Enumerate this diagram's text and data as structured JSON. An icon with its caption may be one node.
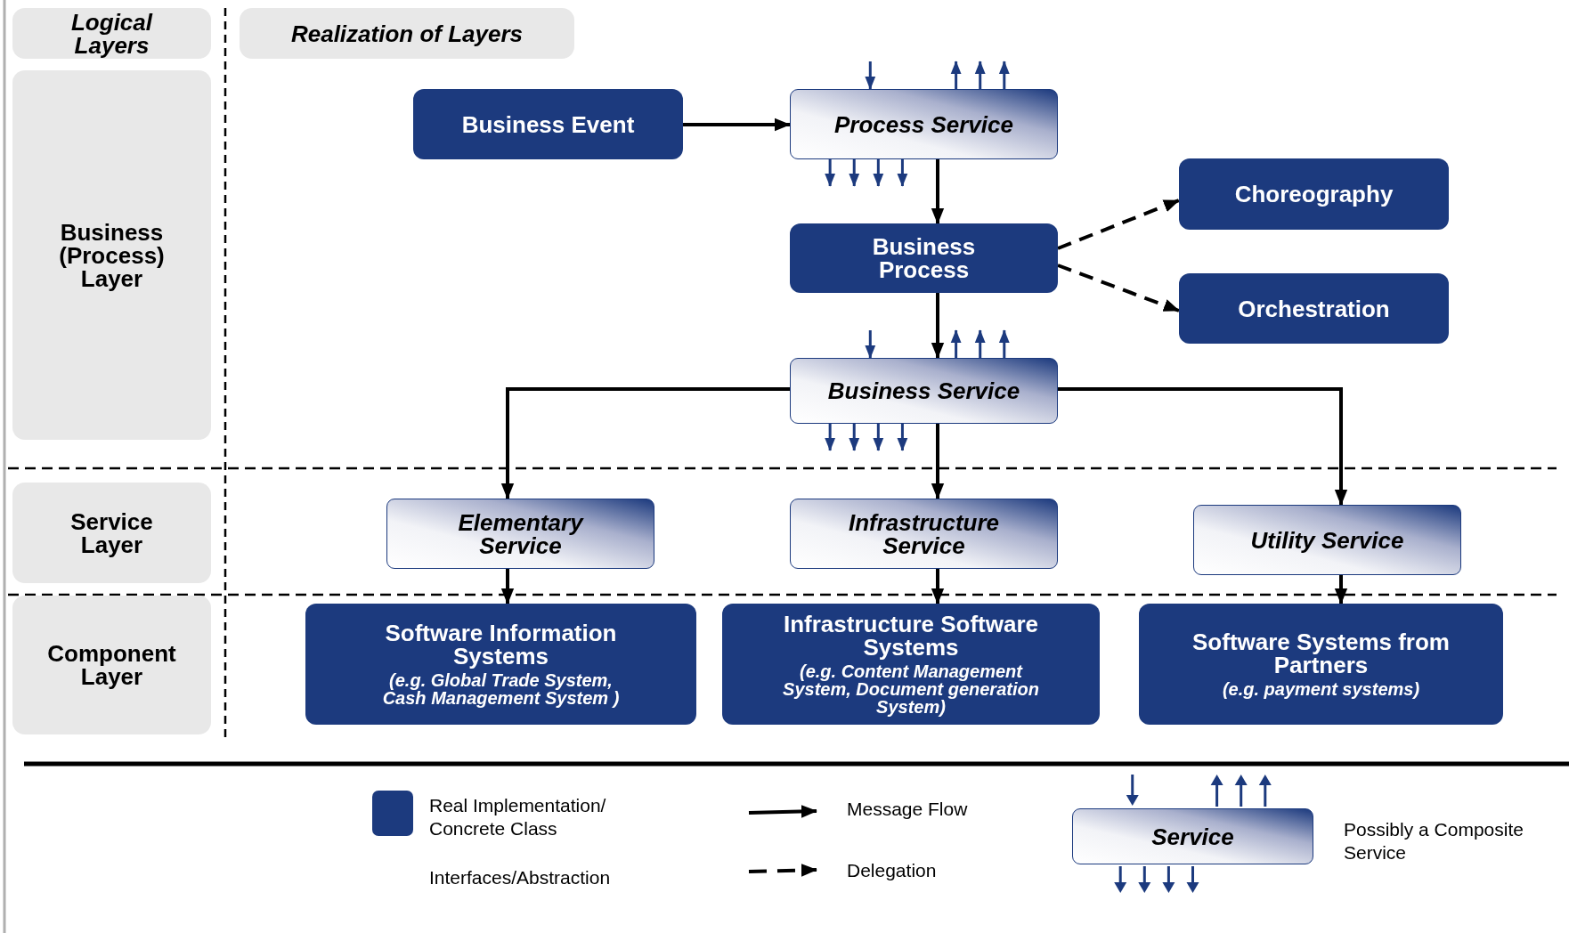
{
  "diagram": {
    "nodes": [
      {
        "text": [
          "Logical Layers"
        ]
      },
      {
        "text": [
          "Realization of Layers"
        ]
      },
      {
        "text": [
          "Business (Process) Layer"
        ]
      },
      {
        "text": [
          "Service Layer"
        ]
      },
      {
        "text": [
          "Component Layer"
        ]
      },
      {
        "text": [
          "Business Event"
        ]
      },
      {
        "text": [
          "Process Service"
        ]
      },
      {
        "text": [
          "Choreography"
        ]
      },
      {
        "text": [
          "Business Process"
        ]
      },
      {
        "text": [
          "Orchestration"
        ]
      },
      {
        "text": [
          "Business Service"
        ]
      },
      {
        "text": [
          "Elementary Service"
        ]
      },
      {
        "text": [
          "Infrastructure Service"
        ]
      },
      {
        "text": [
          "Utility Service"
        ]
      },
      {
        "text": [
          "Software Information Systems",
          "(e.g. Global Trade System, Cash Management System )"
        ]
      },
      {
        "text": [
          "Infrastructure Software Systems",
          "(e.g. Content Management System, Document generation System)"
        ]
      },
      {
        "text": [
          "Software Systems from Partners",
          "(e.g. payment systems)"
        ]
      }
    ],
    "edges": [
      {
        "from": 5,
        "to": 6,
        "arrow": "to",
        "color": "#000000"
      },
      {
        "from": 6,
        "to": 8,
        "arrow": "to",
        "color": "#000000"
      },
      {
        "from": 8,
        "to": 7,
        "arrow": "to",
        "style": "dashed",
        "color": "#000000"
      },
      {
        "from": 8,
        "to": 9,
        "arrow": "to",
        "style": "dashed",
        "color": "#000000"
      },
      {
        "from": 8,
        "to": 10,
        "arrow": "to",
        "color": "#000000"
      },
      {
        "from": 10,
        "to": 11,
        "arrow": "to",
        "color": "#000000"
      },
      {
        "from": 10,
        "to": 12,
        "arrow": "to",
        "color": "#000000"
      },
      {
        "from": 10,
        "to": 13,
        "arrow": "to",
        "color": "#000000"
      },
      {
        "from": 11,
        "to": 14,
        "arrow": "to",
        "color": "#000000"
      },
      {
        "from": 12,
        "to": 15,
        "arrow": "to",
        "color": "#000000"
      },
      {
        "from": 13,
        "to": 16,
        "arrow": "to",
        "color": "#000000"
      },
      {
        "from": null,
        "to": 6,
        "arrow": "to"
      },
      {
        "from": 6,
        "to": null,
        "arrow": "to"
      },
      {
        "from": 6,
        "to": null,
        "arrow": "to"
      },
      {
        "from": 6,
        "to": null,
        "arrow": "to"
      },
      {
        "from": 6,
        "to": null,
        "arrow": "to"
      },
      {
        "from": 6,
        "to": null,
        "arrow": "to"
      },
      {
        "from": 6,
        "to": null,
        "arrow": "to"
      },
      {
        "from": 6,
        "to": null,
        "arrow": "to"
      },
      {
        "from": null,
        "to": 10,
        "arrow": "to"
      },
      {
        "from": 10,
        "to": null,
        "arrow": "to"
      },
      {
        "from": 10,
        "to": null,
        "arrow": "to"
      },
      {
        "from": 10,
        "to": null,
        "arrow": "to"
      },
      {
        "from": 10,
        "to": null,
        "arrow": "to"
      },
      {
        "from": 10,
        "to": null,
        "arrow": "to"
      },
      {
        "from": 10,
        "to": null,
        "arrow": "to"
      },
      {
        "from": 10,
        "to": null,
        "arrow": "to"
      }
    ],
    "labels": [
      "Service"
    ],
    "legend": [
      {
        "text": "Real Implementation/ Concrete Class",
        "color": "#1c3a7e"
      },
      {
        "text": "Interfaces/Abstraction"
      },
      {
        "text": "Message Flow"
      },
      {
        "text": "Delegation"
      },
      {
        "text": "Possibly a Composite Service"
      }
    ]
  }
}
